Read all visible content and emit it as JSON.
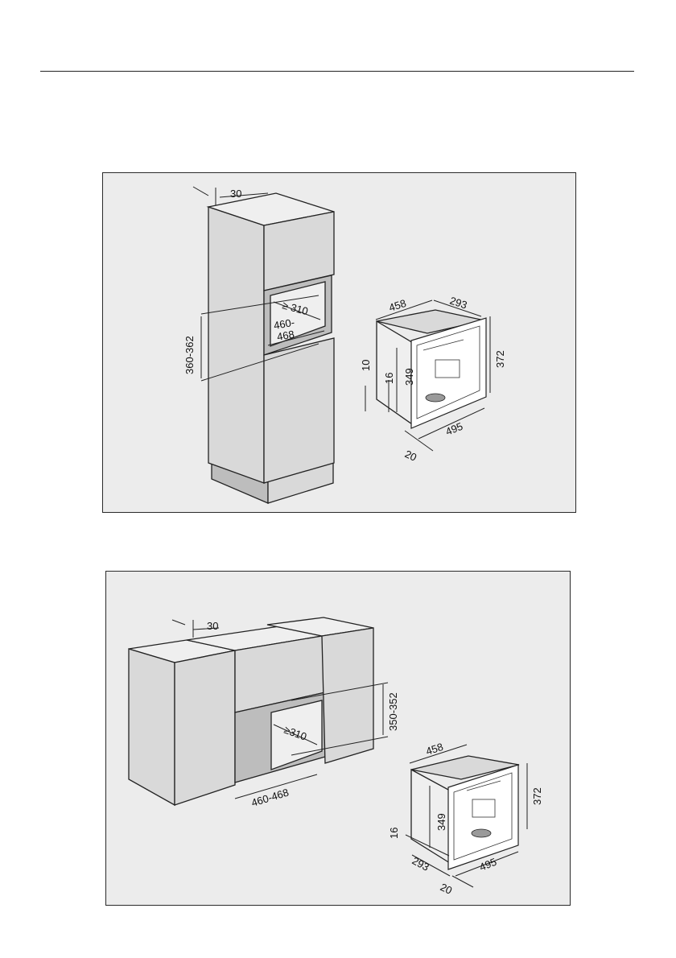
{
  "tall_unit": {
    "dims": {
      "gap": "30",
      "depth_min": "≥ 310",
      "niche_width_top": "460-",
      "niche_width_bottom": "468",
      "niche_height": "360-362",
      "machine_width": "458",
      "machine_depth": "293",
      "machine_height_outer": "372",
      "machine_height_inner": "349",
      "offset_10": "10",
      "offset_16": "16",
      "machine_front_width": "495",
      "front_20": "20"
    }
  },
  "base_unit": {
    "dims": {
      "gap": "30",
      "depth_min": "≥310",
      "niche_width": "460-468",
      "niche_height": "350-352",
      "machine_width": "458",
      "machine_height_outer": "372",
      "machine_height_inner": "349",
      "offset_16": "16",
      "machine_depth": "293",
      "machine_front_width": "495",
      "front_20": "20"
    }
  }
}
